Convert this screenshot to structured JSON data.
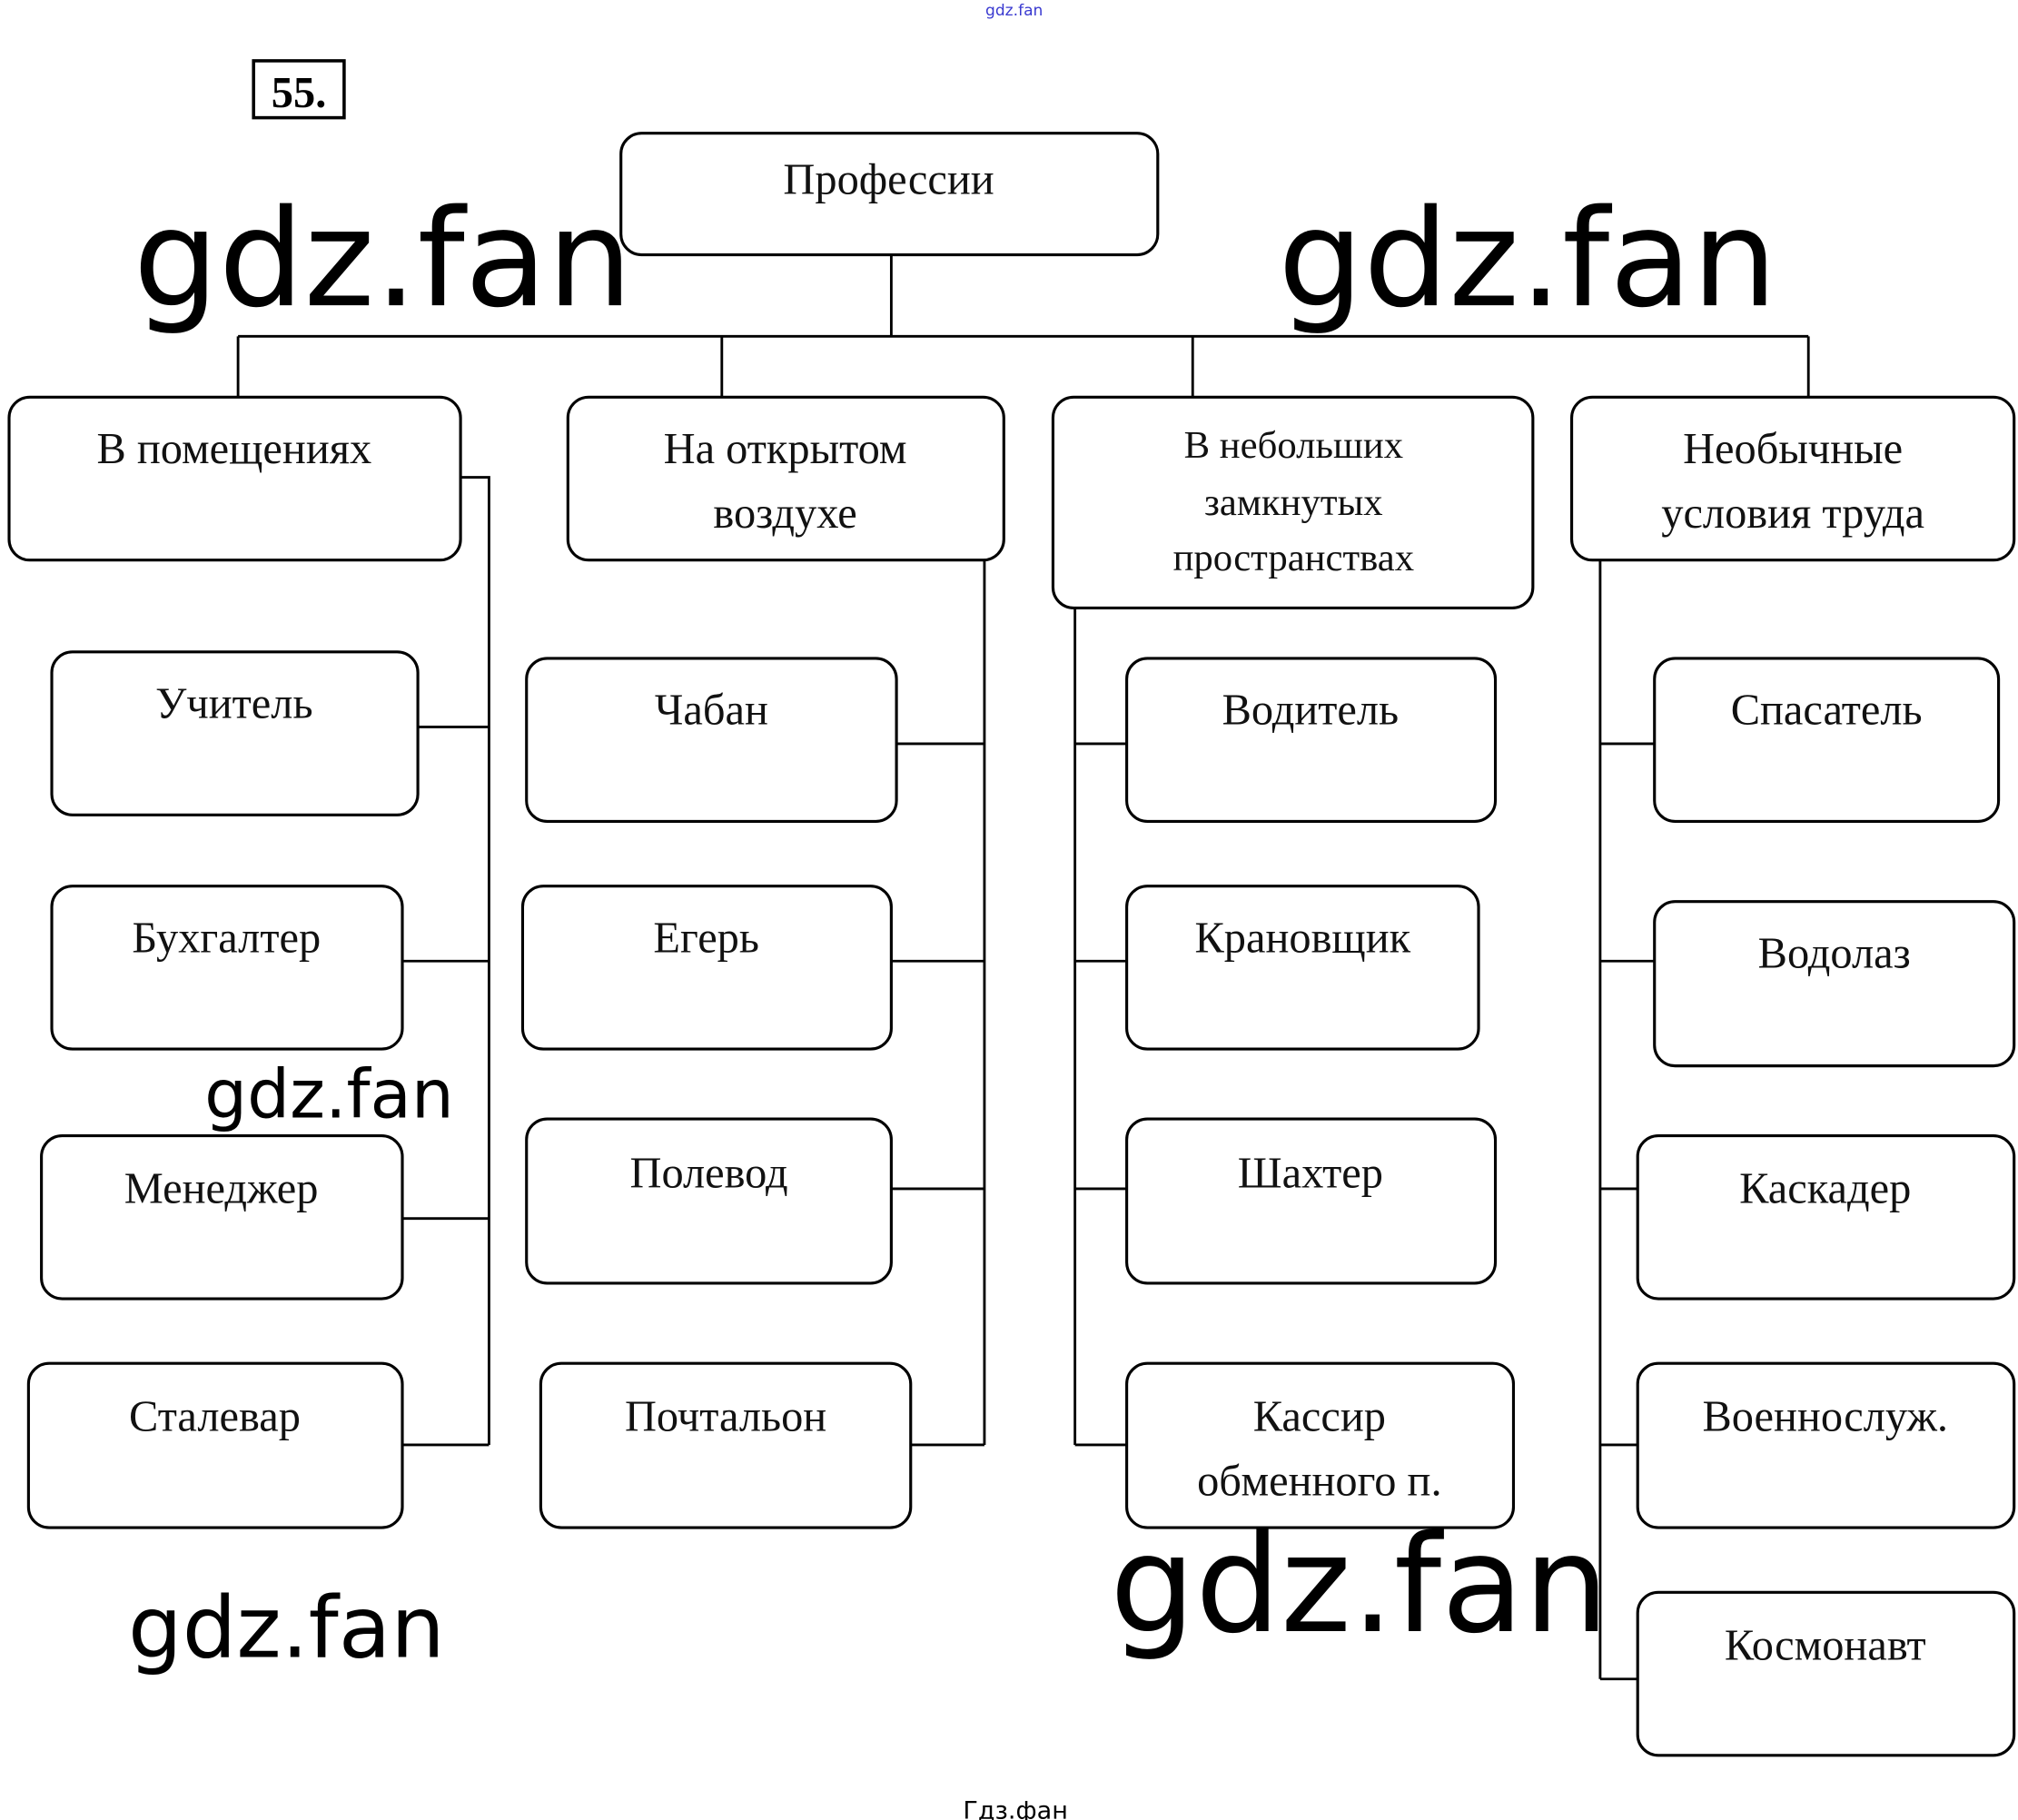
{
  "task_number": "55.",
  "root": "Профессии",
  "categories": [
    {
      "lines": [
        "В помещениях"
      ],
      "items": [
        "Учитель",
        "Бухгалтер",
        "Менеджер",
        "Сталевар"
      ]
    },
    {
      "lines": [
        "На открытом",
        "воздухе"
      ],
      "items": [
        "Чабан",
        "Егерь",
        "Полевод",
        "Почтальон"
      ]
    },
    {
      "lines": [
        "В небольших",
        "замкнутых",
        "пространствах"
      ],
      "items": [
        "Водитель",
        "Крановщик",
        "Шахтер",
        "Кассир",
        "обменного п."
      ]
    },
    {
      "lines": [
        "Необычные",
        "условия труда"
      ],
      "items": [
        "Спасатель",
        "Водолаз",
        "Каскадер",
        "Военнослуж.",
        "Космонавт"
      ]
    }
  ],
  "watermarks": {
    "main": "gdz.fan",
    "top": "gdz.fan",
    "bottom": "Гдз.фан"
  },
  "colors": {
    "watermark_top": "#3a3ad0"
  }
}
